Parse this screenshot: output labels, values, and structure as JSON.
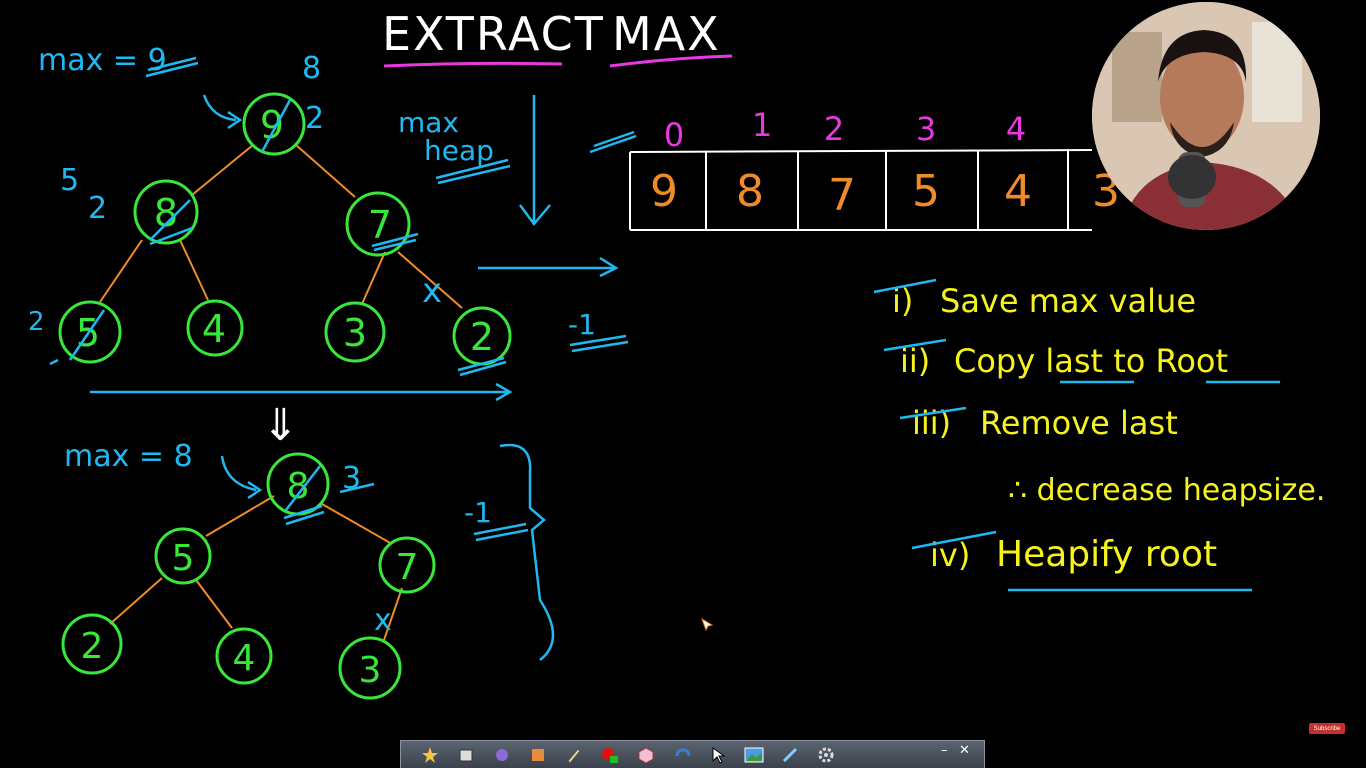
{
  "title": {
    "word1": "EXTRACT",
    "word2": "MAX"
  },
  "colors": {
    "blue": "#1fb8f0",
    "green": "#39e63a",
    "orange": "#f08b2a",
    "yellow": "#f6f21d",
    "magenta": "#e838e0",
    "white": "#ffffff"
  },
  "left_notes": {
    "max_top": "max = 9",
    "max_heap_1": "max",
    "max_heap_2": "heap",
    "root_new_val": "8",
    "root_new_val2": "2",
    "left_child_new": "5",
    "left_child_new2": "2",
    "leaf_new": "2",
    "max_bottom": "max = 8",
    "bottom_root_new": "3",
    "minus_one_top": "-1",
    "minus_one_bottom": "-1",
    "double_arrow": "⇓",
    "cross_top": "x",
    "cross_bottom": "x"
  },
  "tree_top": {
    "nodes": [
      "9",
      "8",
      "7",
      "5",
      "4",
      "3",
      "2"
    ]
  },
  "tree_bottom": {
    "nodes": [
      "8",
      "5",
      "7",
      "2",
      "4",
      "3"
    ]
  },
  "array": {
    "indices": [
      "0",
      "1",
      "2",
      "3",
      "4",
      ""
    ],
    "values": [
      "9",
      "8",
      "7",
      "5",
      "4",
      "3"
    ]
  },
  "steps": [
    {
      "num": "i)",
      "text": "Save max value"
    },
    {
      "num": "ii)",
      "text": "Copy last to Root"
    },
    {
      "num": "iii)",
      "text": "Remove last"
    },
    {
      "num": "",
      "text": "∴ decrease heapsize."
    },
    {
      "num": "iv)",
      "text": "Heapify root"
    }
  ],
  "toolbar": {
    "icons": [
      "star-icon",
      "eraser-icon",
      "shapes-icon",
      "highlighter-icon",
      "pen-icon",
      "color-icon",
      "cube-icon",
      "undo-icon",
      "pointer-icon",
      "image-icon",
      "laser-icon",
      "settings-icon"
    ],
    "minimize": "–",
    "close": "✕"
  },
  "yt_badge": "Subscribe"
}
